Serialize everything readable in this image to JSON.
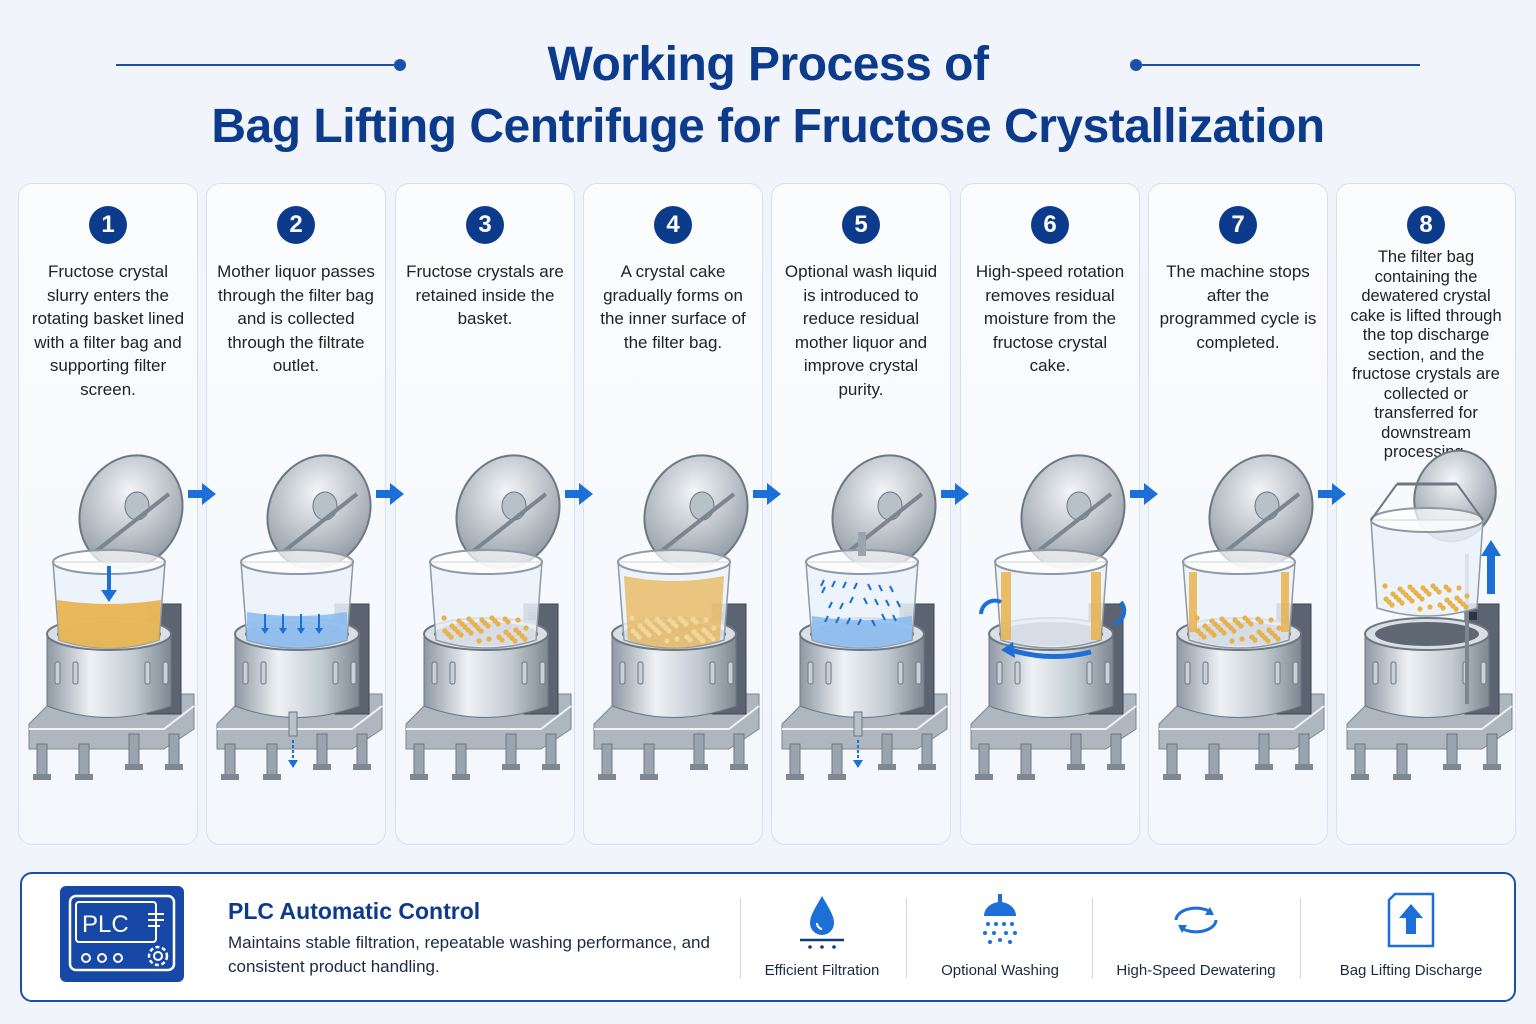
{
  "title": {
    "line1": "Working Process of",
    "line2": "Bag Lifting Centrifuge for Fructose Crystallization"
  },
  "steps": [
    {
      "number": "1",
      "text": "Fructose crystal slurry enters the rotating basket lined with a filter bag and supporting filter screen."
    },
    {
      "number": "2",
      "text": "Mother liquor passes through the filter bag and is collected through the filtrate outlet."
    },
    {
      "number": "3",
      "text": "Fructose crystals are retained inside the basket."
    },
    {
      "number": "4",
      "text": "A crystal cake gradually forms on the inner surface of the filter bag."
    },
    {
      "number": "5",
      "text": "Optional wash liquid is introduced to reduce residual mother liquor and improve crystal purity."
    },
    {
      "number": "6",
      "text": "High-speed rotation removes residual moisture from the fructose crystal cake."
    },
    {
      "number": "7",
      "text": "The machine stops after the programmed cycle is completed."
    },
    {
      "number": "8",
      "text": "The filter bag containing the dewatered crystal cake is lifted through the top discharge section, and the fructose crystals are collected or transferred for downstream processing."
    }
  ],
  "bottom": {
    "plc_label": "PLC",
    "title": "PLC Automatic Control",
    "description": "Maintains stable filtration, repeatable washing performance, and consistent product handling.",
    "features": [
      {
        "label": "Efficient Filtration",
        "icon": "water-drop-icon"
      },
      {
        "label": "Optional Washing",
        "icon": "shower-icon"
      },
      {
        "label": "High-Speed Dewatering",
        "icon": "rotation-icon"
      },
      {
        "label": "Bag Lifting Discharge",
        "icon": "lift-arrow-icon"
      }
    ]
  },
  "colors": {
    "navy": "#0d3b8c",
    "accent_blue": "#1c6fd6",
    "crystal_gold": "#e8b14a",
    "steel": "#b9c2cc"
  }
}
